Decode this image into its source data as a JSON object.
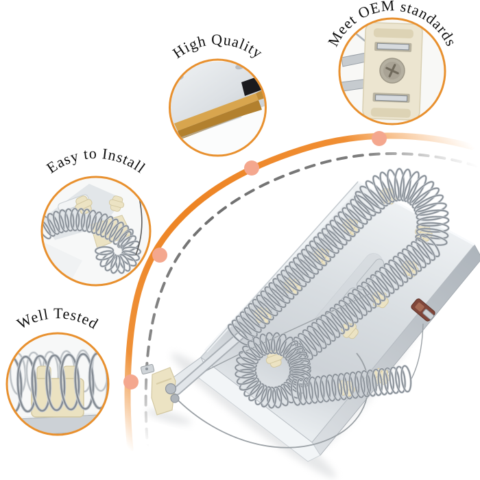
{
  "image_description": "Dryer heating element product photo with four feature callout circles",
  "callouts": [
    {
      "id": "high-quality",
      "label": "High Quality"
    },
    {
      "id": "meet-oem",
      "label": "Meet OEM standards"
    },
    {
      "id": "easy-install",
      "label": "Easy to Install"
    },
    {
      "id": "well-tested",
      "label": "Well Tested"
    }
  ],
  "colors": {
    "accent_orange": "#EE8A2C",
    "callout_border": "#E8902E",
    "dot_salmon": "#F4A78E",
    "dash_gray": "#7C7C7C",
    "metal_gray": "#DDE1E5",
    "ceramic_cream": "#ECE3C3",
    "brass": "#C9953F"
  }
}
